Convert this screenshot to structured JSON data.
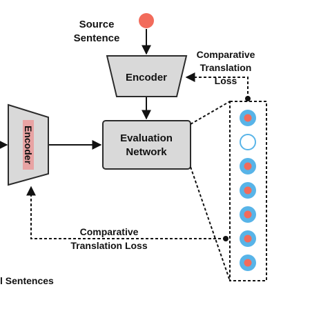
{
  "labels": {
    "source_line1": "Source",
    "source_line2": "Sentence",
    "encoder_top": "Encoder",
    "encoder_left": "Encoder",
    "eval_line1": "Evaluation",
    "eval_line2": "Network",
    "loss_top_line1": "Comparative",
    "loss_top_line2": "Translation",
    "loss_top_line3": "Loss",
    "loss_bottom_line1": "Comparative",
    "loss_bottom_line2": "Translation Loss",
    "bottom_left_fragment": "l Sentences"
  },
  "output_vector": {
    "states": [
      "filled",
      "hollow",
      "filled",
      "filled",
      "filled",
      "filled",
      "filled"
    ]
  },
  "colors": {
    "source_dot": "#f26b5b",
    "box_fill": "#d9d9d9",
    "box_stroke": "#2b2b2b",
    "node_outer": "#58b4e8",
    "node_inner": "#f26b5b",
    "node_hollow_stroke": "#58b4e8",
    "highlight": "#e8a3a3"
  }
}
